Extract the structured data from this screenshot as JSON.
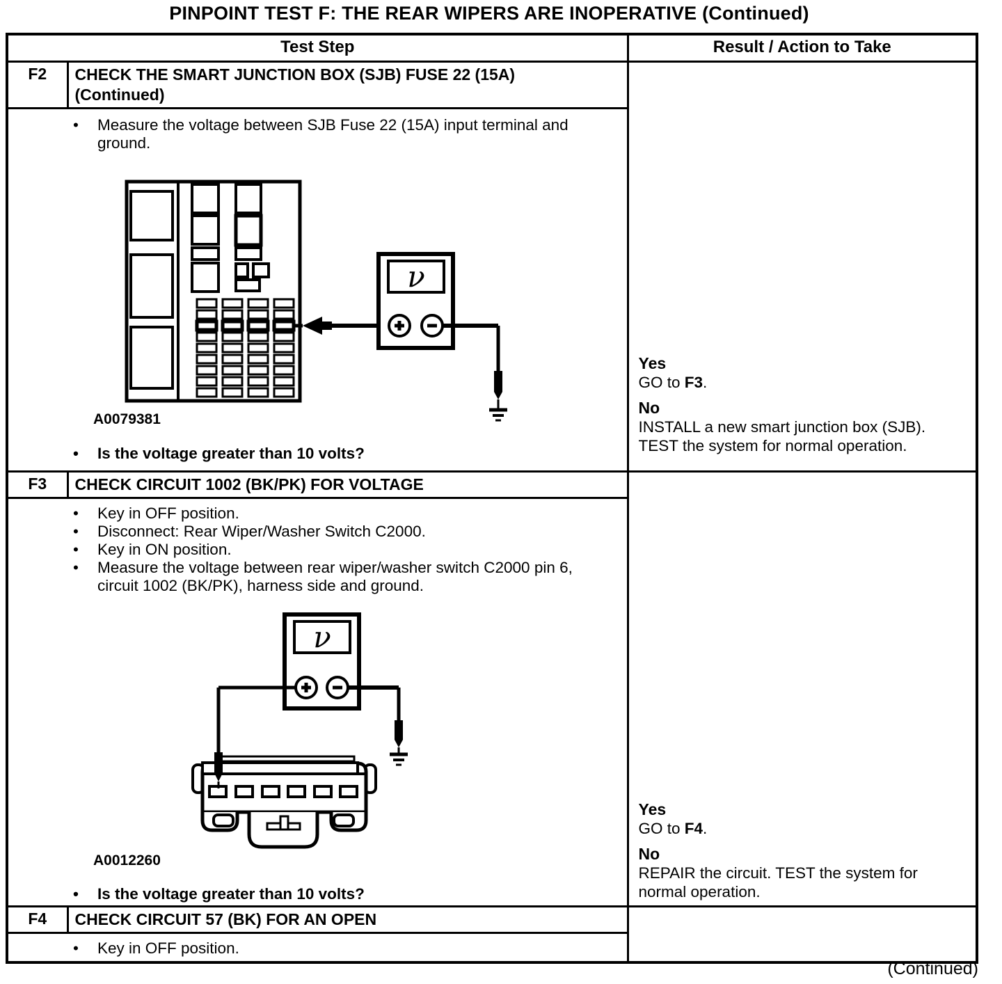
{
  "title": "PINPOINT TEST F: THE REAR WIPERS ARE INOPERATIVE (Continued)",
  "table": {
    "header": {
      "step": "Test Step",
      "result": "Result / Action to Take"
    },
    "sections": [
      {
        "id": "F2",
        "title": "CHECK THE SMART JUNCTION BOX (SJB) FUSE 22 (15A)",
        "title2": "(Continued)",
        "bullets": [
          "Measure the voltage between SJB Fuse 22 (15A) input terminal and ground."
        ],
        "figure_id": "A0079381",
        "question": "Is the voltage greater than 10 volts?",
        "result": {
          "yes_label": "Yes",
          "yes_pre": "GO to ",
          "yes_target": "F3",
          "yes_post": ".",
          "no_label": "No",
          "no_text": "INSTALL a new smart junction box (SJB). TEST the system for normal operation."
        }
      },
      {
        "id": "F3",
        "title": "CHECK CIRCUIT 1002 (BK/PK) FOR VOLTAGE",
        "title2": "",
        "bullets": [
          "Key in OFF position.",
          "Disconnect: Rear Wiper/Washer Switch C2000.",
          "Key in ON position.",
          "Measure the voltage between rear wiper/washer switch C2000 pin 6, circuit 1002 (BK/PK), harness side and ground."
        ],
        "figure_id": "A0012260",
        "question": "Is the voltage greater than 10 volts?",
        "result": {
          "yes_label": "Yes",
          "yes_pre": "GO to ",
          "yes_target": "F4",
          "yes_post": ".",
          "no_label": "No",
          "no_text": "REPAIR the circuit. TEST the system for normal operation."
        }
      },
      {
        "id": "F4",
        "title": "CHECK CIRCUIT 57 (BK) FOR AN OPEN",
        "title2": "",
        "bullets": [
          "Key in OFF position."
        ]
      }
    ]
  },
  "voltmeter_symbol": "ν",
  "footer": {
    "continued": "(Continued)"
  }
}
